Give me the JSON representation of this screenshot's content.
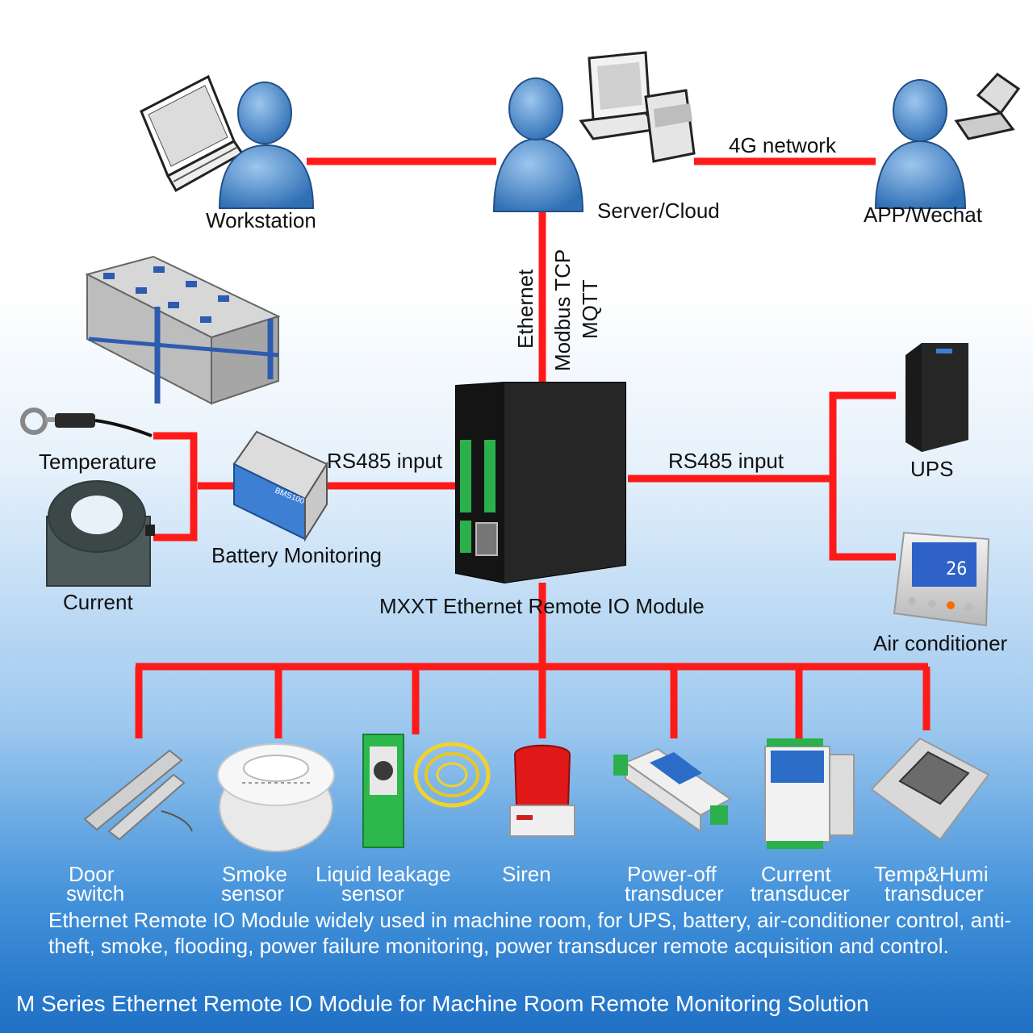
{
  "network_labels": {
    "workstation": "Workstation",
    "server_cloud": "Server/Cloud",
    "app_wechat": "APP/Wechat",
    "network_4g": "4G network",
    "ethernet": "Ethernet",
    "modbus_tcp": "Modbus TCP",
    "mqtt": "MQTT"
  },
  "left_labels": {
    "temperature": "Temperature",
    "current": "Current",
    "battery_monitoring": "Battery Monitoring",
    "rs485_left": "RS485 input",
    "bms_label": "BMS100"
  },
  "right_labels": {
    "rs485_right": "RS485 input",
    "ups": "UPS",
    "air_conditioner": "Air conditioner",
    "ac_display": "26"
  },
  "module": {
    "name": "MXXT Ethernet Remote IO Module"
  },
  "devices": [
    {
      "line1": "Door",
      "line2": "switch"
    },
    {
      "line1": "Smoke",
      "line2": "sensor"
    },
    {
      "line1": "Liquid leakage",
      "line2": "sensor"
    },
    {
      "line1": "Siren",
      "line2": ""
    },
    {
      "line1": "Power-off",
      "line2": "transducer"
    },
    {
      "line1": "Current",
      "line2": "transducer"
    },
    {
      "line1": "Temp&Humi",
      "line2": "transducer"
    }
  ],
  "description": "Ethernet Remote IO Module widely used in machine room,  for UPS, battery, air-conditioner control, anti-theft, smoke, flooding, power failure monitoring, power transducer remote acquisition and control.",
  "footer": "M Series Ethernet Remote IO Module for Machine Room Remote Monitoring Solution",
  "colors": {
    "wire": "#ff1a1a",
    "person": "#4a86c8",
    "background_bottom": "#1f6fc4"
  }
}
